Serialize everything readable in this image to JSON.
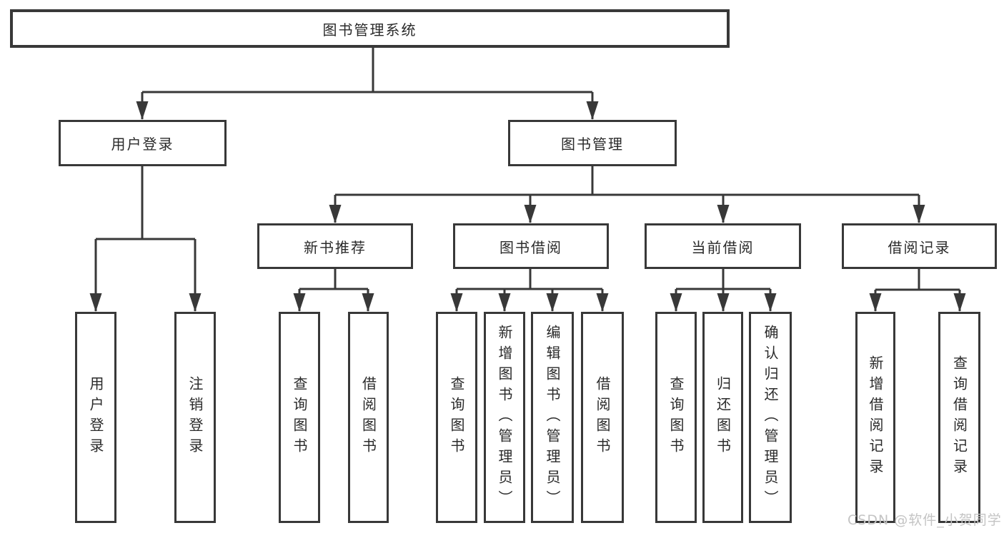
{
  "colors": {
    "line": "#383838",
    "box_border": "#383838",
    "text": "#2a2a2a",
    "watermark_text": "#c4c4c4",
    "background": "#ffffff"
  },
  "watermark": {
    "text": "CSDN @软件_小贺同学"
  },
  "tree": {
    "root": {
      "label": "图书管理系统",
      "children": [
        {
          "label": "用户登录",
          "children": [
            {
              "label": "用户登录"
            },
            {
              "label": "注销登录"
            }
          ]
        },
        {
          "label": "图书管理",
          "children": [
            {
              "label": "新书推荐",
              "children": [
                {
                  "label": "查询图书"
                },
                {
                  "label": "借阅图书"
                }
              ]
            },
            {
              "label": "图书借阅",
              "children": [
                {
                  "label": "查询图书"
                },
                {
                  "label": "新增图书（管理员）"
                },
                {
                  "label": "编辑图书（管理员）"
                },
                {
                  "label": "借阅图书"
                }
              ]
            },
            {
              "label": "当前借阅",
              "children": [
                {
                  "label": "查询图书"
                },
                {
                  "label": "归还图书"
                },
                {
                  "label": "确认归还（管理员）"
                }
              ]
            },
            {
              "label": "借阅记录",
              "children": [
                {
                  "label": "新增借阅记录"
                },
                {
                  "label": "查询借阅记录"
                }
              ]
            }
          ]
        }
      ]
    }
  }
}
